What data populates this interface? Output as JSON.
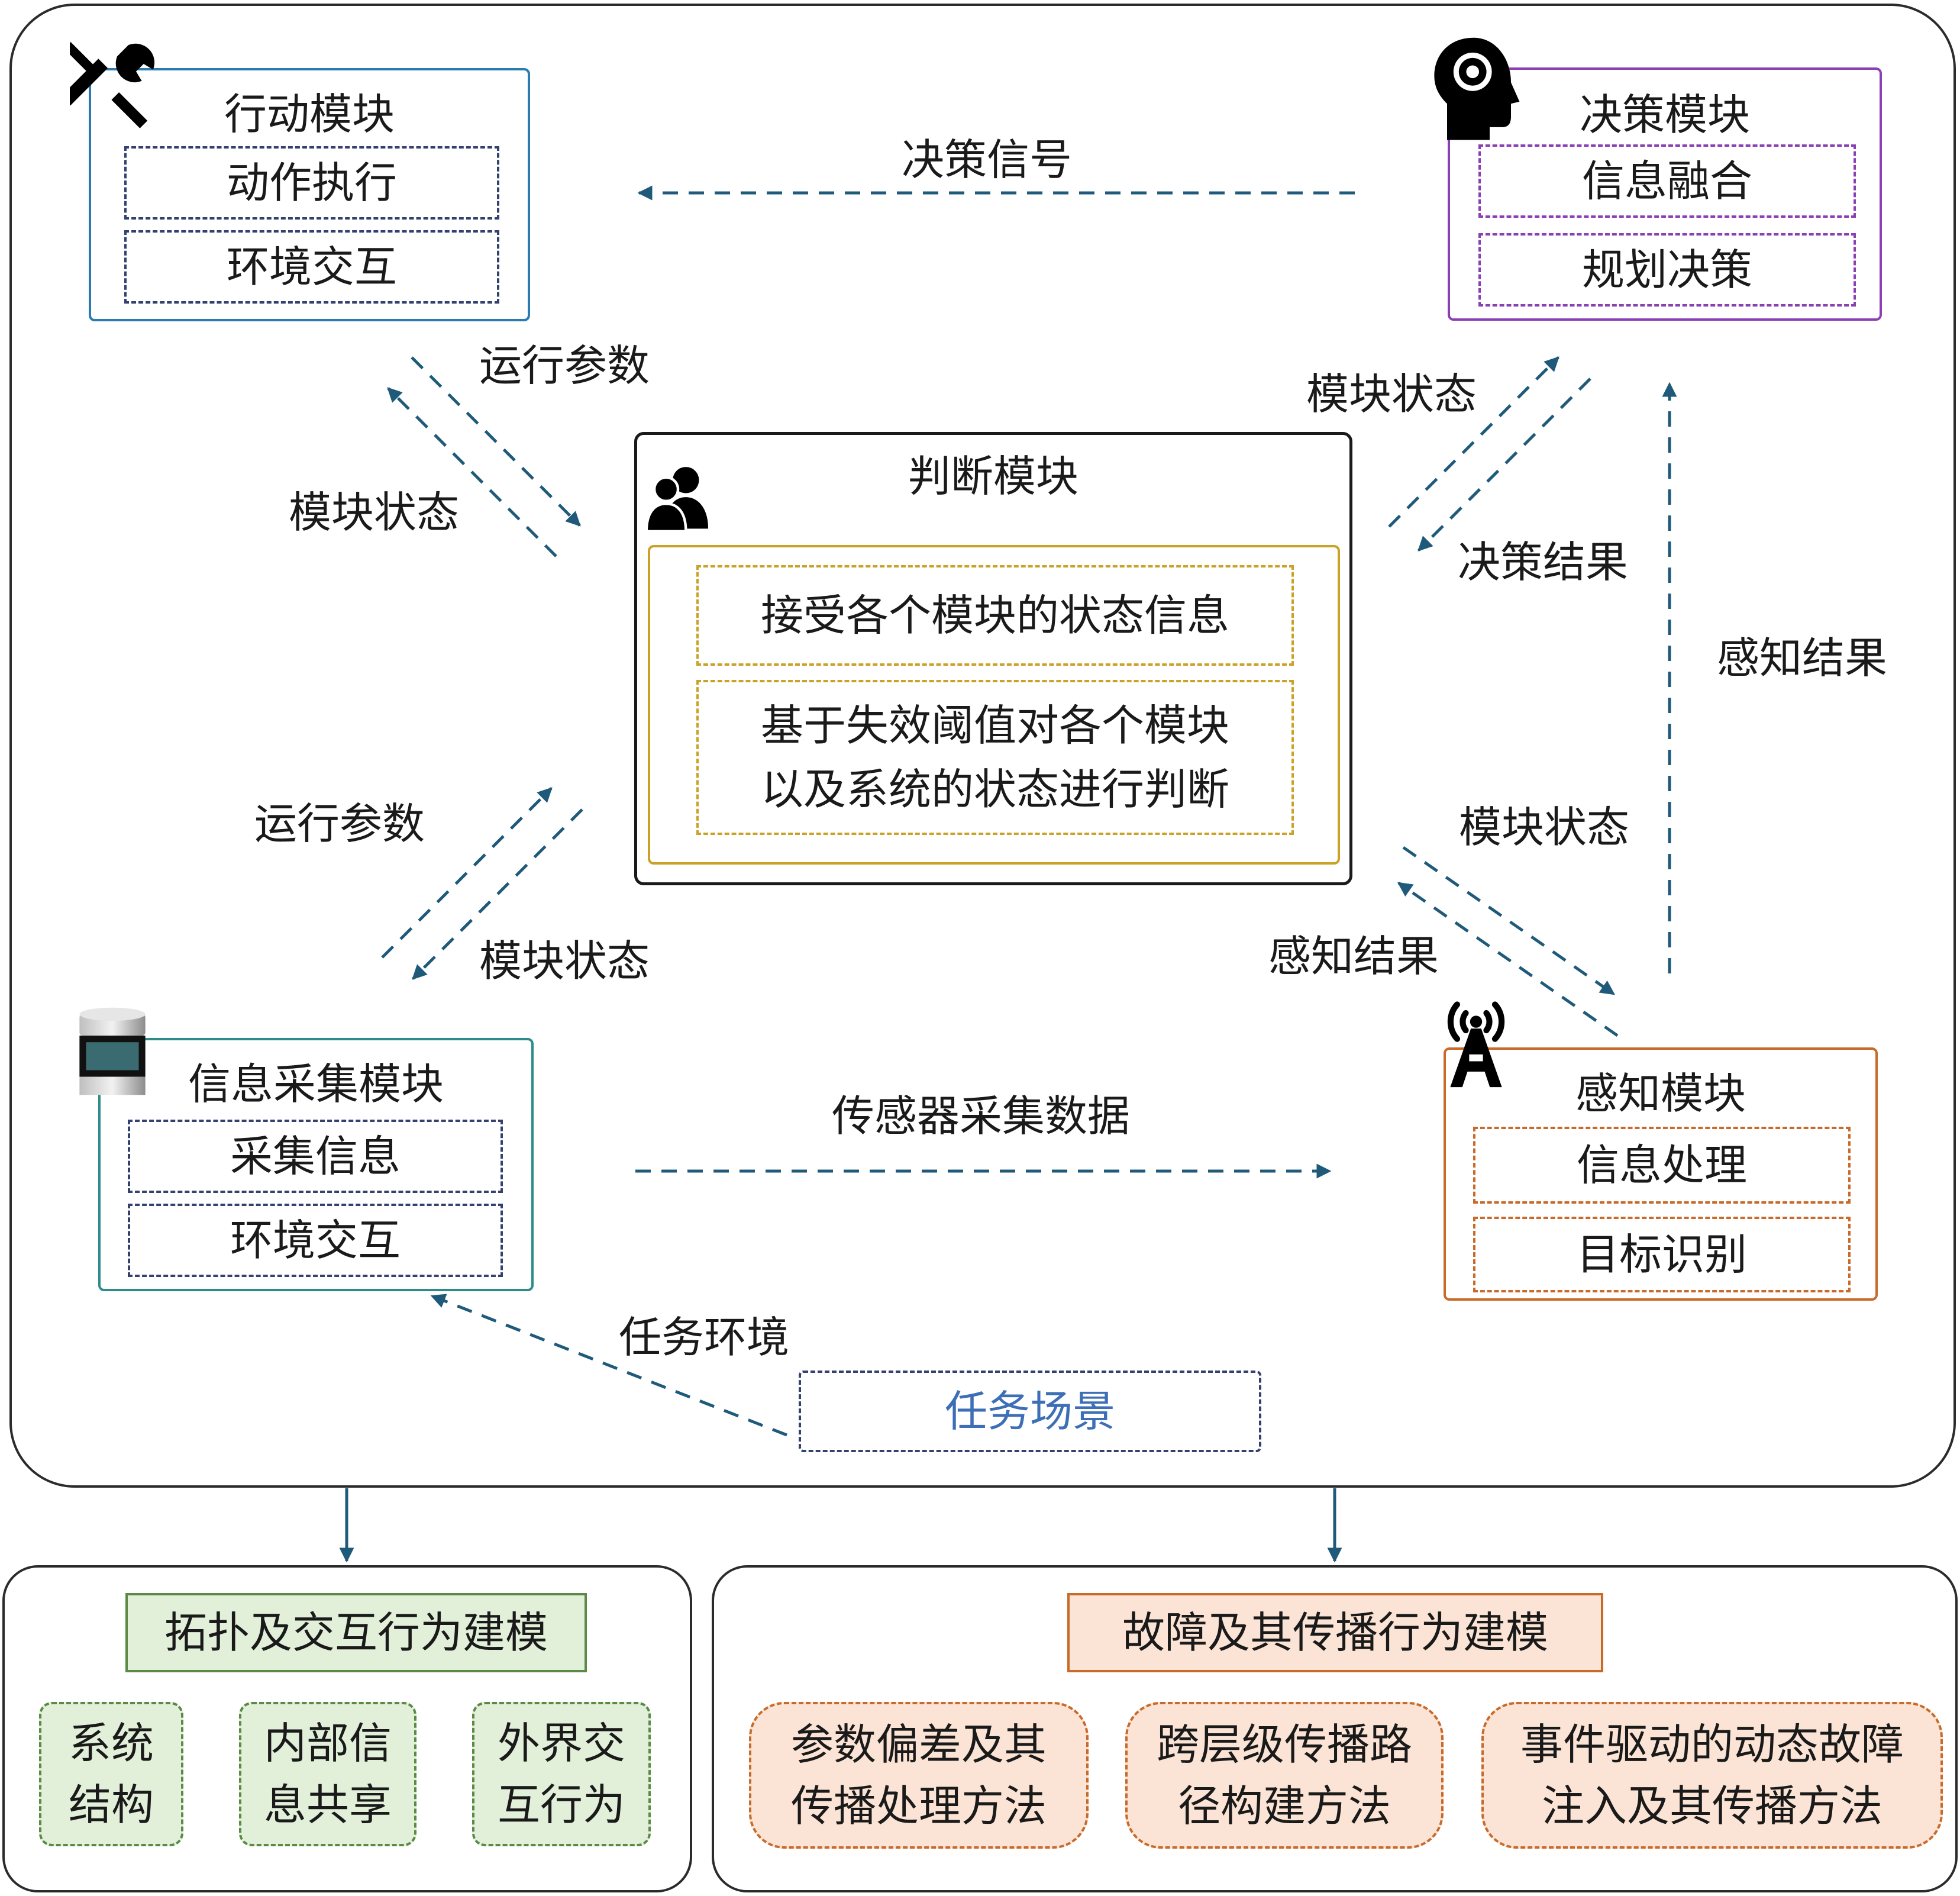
{
  "modules": {
    "action": {
      "title": "行动模块",
      "items": [
        "动作执行",
        "环境交互"
      ],
      "color": "#2a7bb0",
      "icon": "wrench-screwdriver-icon"
    },
    "decision": {
      "title": "决策模块",
      "items": [
        "信息融合",
        "规划决策"
      ],
      "color": "#8a3fb3",
      "icon": "head-gear-icon"
    },
    "judge": {
      "title": "判断模块",
      "items": [
        "接受各个模块的状态信息",
        "基于失效阈值对各个模块\n以及系统的状态进行判断"
      ],
      "color": "#c9a227",
      "icon": "users-icon"
    },
    "collect": {
      "title": "信息采集模块",
      "items": [
        "采集信息",
        "环境交互"
      ],
      "color": "#2e8b8b",
      "icon": "lidar-sensor-icon"
    },
    "perceive": {
      "title": "感知模块",
      "items": [
        "信息处理",
        "目标识别"
      ],
      "color": "#c76a2a",
      "icon": "radio-tower-icon"
    }
  },
  "scene": {
    "label": "任务场景",
    "color": "#3d6fb6"
  },
  "edges": {
    "decision_signal": "决策信号",
    "op_param_top": "运行参数",
    "module_state_top_left": "模块状态",
    "module_state_top_right": "模块状态",
    "decision_result": "决策结果",
    "perception_result_right": "感知结果",
    "op_param_bottom": "运行参数",
    "module_state_bottom_left": "模块状态",
    "module_state_bottom_right": "模块状态",
    "perception_result_bottom": "感知结果",
    "sensor_data": "传感器采集数据",
    "task_env": "任务环境"
  },
  "modeling": {
    "topology": {
      "title": "拓扑及交互行为建模",
      "items": [
        "系统\n结构",
        "内部信\n息共享",
        "外界交\n互行为"
      ],
      "fill": "#e2efd9",
      "border": "#5a8a46"
    },
    "fault": {
      "title": "故障及其传播行为建模",
      "items": [
        "参数偏差及其\n传播处理方法",
        "跨层级传播路\n径构建方法",
        "事件驱动的动态故障\n注入及其传播方法"
      ],
      "fill": "#fbe4d5",
      "border": "#c76a2a"
    }
  },
  "colors": {
    "arrow": "#1f5a7a",
    "frame": "#2b2b2b"
  }
}
